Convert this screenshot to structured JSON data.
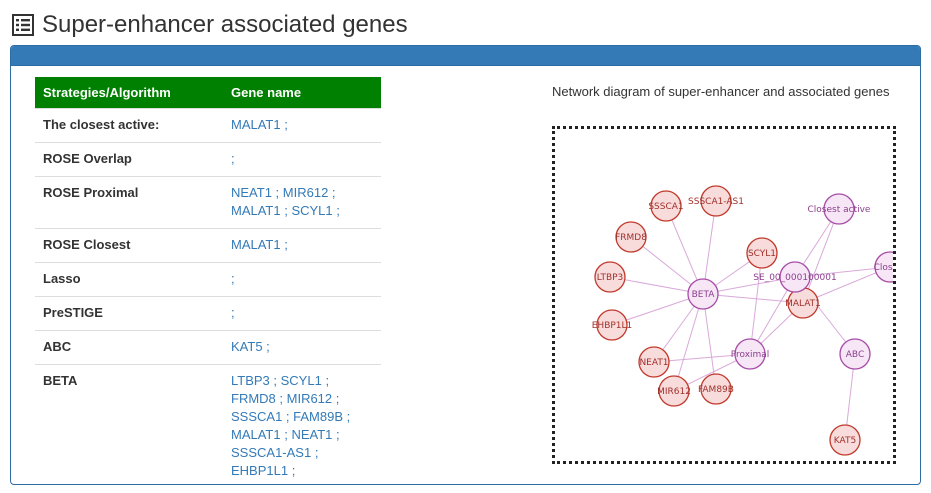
{
  "header": {
    "title": "Super-enhancer associated genes"
  },
  "table": {
    "columns": [
      "Strategies/Algorithm",
      "Gene name"
    ],
    "rows": [
      {
        "strategy": "The closest active:",
        "genes": [
          "MALAT1"
        ]
      },
      {
        "strategy": "ROSE Overlap",
        "genes": []
      },
      {
        "strategy": "ROSE Proximal",
        "genes": [
          "NEAT1",
          "MIR612",
          "MALAT1",
          "SCYL1"
        ]
      },
      {
        "strategy": "ROSE Closest",
        "genes": [
          "MALAT1"
        ]
      },
      {
        "strategy": "Lasso",
        "genes": []
      },
      {
        "strategy": "PreSTIGE",
        "genes": []
      },
      {
        "strategy": "ABC",
        "genes": [
          "KAT5"
        ]
      },
      {
        "strategy": "BETA",
        "genes": [
          "LTBP3",
          "SCYL1",
          "FRMD8",
          "MIR612",
          "SSSCA1",
          "FAM89B",
          "MALAT1",
          "NEAT1",
          "SSSCA1-AS1",
          "EHBP1L1"
        ]
      }
    ]
  },
  "network": {
    "title": "Network diagram of super-enhancer and associated genes",
    "colors": {
      "gene_fill": "#f8dcdc",
      "gene_stroke": "#c0392b",
      "gene_text": "#a0302a",
      "method_fill": "#f6e6f6",
      "method_stroke": "#a64ca6",
      "method_text": "#8e3f8e",
      "edge": "#d9a9d9"
    },
    "nodes": [
      {
        "id": "SSSCA1",
        "label": "SSSCA1",
        "kind": "gene"
      },
      {
        "id": "SSSCA1-AS1",
        "label": "SSSCA1-AS1",
        "kind": "gene"
      },
      {
        "id": "FRMD8",
        "label": "FRMD8",
        "kind": "gene"
      },
      {
        "id": "SCYL1",
        "label": "SCYL1",
        "kind": "gene"
      },
      {
        "id": "LTBP3",
        "label": "LTBP3",
        "kind": "gene"
      },
      {
        "id": "EHBP1L1",
        "label": "EHBP1L1",
        "kind": "gene"
      },
      {
        "id": "NEAT1",
        "label": "NEAT1",
        "kind": "gene"
      },
      {
        "id": "MIR612",
        "label": "MIR612",
        "kind": "gene"
      },
      {
        "id": "FAM89B",
        "label": "FAM89B",
        "kind": "gene"
      },
      {
        "id": "MALAT1",
        "label": "MALAT1",
        "kind": "gene"
      },
      {
        "id": "KAT5",
        "label": "KAT5",
        "kind": "gene"
      },
      {
        "id": "BETA",
        "label": "BETA",
        "kind": "method"
      },
      {
        "id": "SE",
        "label": "SE_00_000100001",
        "kind": "method"
      },
      {
        "id": "ClosestActive",
        "label": "Closest active",
        "kind": "method"
      },
      {
        "id": "Closest",
        "label": "Closest",
        "kind": "method"
      },
      {
        "id": "Proximal",
        "label": "Proximal",
        "kind": "method"
      },
      {
        "id": "ABC",
        "label": "ABC",
        "kind": "method"
      }
    ],
    "edges": [
      [
        "BETA",
        "SSSCA1"
      ],
      [
        "BETA",
        "SSSCA1-AS1"
      ],
      [
        "BETA",
        "FRMD8"
      ],
      [
        "BETA",
        "LTBP3"
      ],
      [
        "BETA",
        "EHBP1L1"
      ],
      [
        "BETA",
        "NEAT1"
      ],
      [
        "BETA",
        "MIR612"
      ],
      [
        "BETA",
        "FAM89B"
      ],
      [
        "BETA",
        "SCYL1"
      ],
      [
        "BETA",
        "MALAT1"
      ],
      [
        "BETA",
        "SE"
      ],
      [
        "SE",
        "ClosestActive"
      ],
      [
        "SE",
        "Closest"
      ],
      [
        "SE",
        "Proximal"
      ],
      [
        "SE",
        "ABC"
      ],
      [
        "ClosestActive",
        "MALAT1"
      ],
      [
        "Closest",
        "MALAT1"
      ],
      [
        "Proximal",
        "NEAT1"
      ],
      [
        "Proximal",
        "MIR612"
      ],
      [
        "Proximal",
        "MALAT1"
      ],
      [
        "Proximal",
        "SCYL1"
      ],
      [
        "ABC",
        "KAT5"
      ]
    ]
  }
}
